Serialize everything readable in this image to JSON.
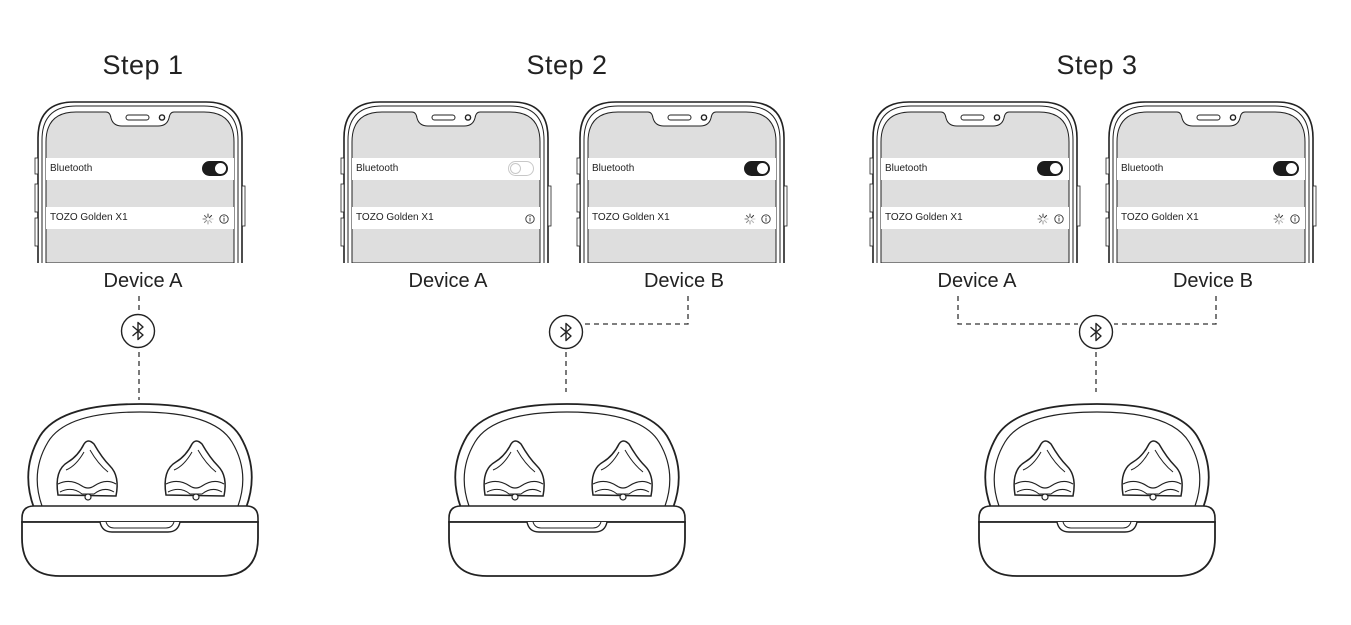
{
  "steps": [
    {
      "title": "Step 1",
      "phones": [
        {
          "label": "Device A",
          "bluetooth_label": "Bluetooth",
          "bluetooth_on": true,
          "device_name": "TOZO Golden X1",
          "connecting": true
        }
      ]
    },
    {
      "title": "Step 2",
      "phones": [
        {
          "label": "Device A",
          "bluetooth_label": "Bluetooth",
          "bluetooth_on": false,
          "device_name": "TOZO Golden X1",
          "connecting": false
        },
        {
          "label": "Device B",
          "bluetooth_label": "Bluetooth",
          "bluetooth_on": true,
          "device_name": "TOZO Golden X1",
          "connecting": true
        }
      ]
    },
    {
      "title": "Step 3",
      "phones": [
        {
          "label": "Device A",
          "bluetooth_label": "Bluetooth",
          "bluetooth_on": true,
          "device_name": "TOZO Golden X1",
          "connecting": true
        },
        {
          "label": "Device B",
          "bluetooth_label": "Bluetooth",
          "bluetooth_on": true,
          "device_name": "TOZO Golden X1",
          "connecting": true
        }
      ]
    }
  ],
  "icons": {
    "bluetooth": "bluetooth-icon",
    "spinner": "loading-spinner-icon",
    "info": "info-icon"
  },
  "colors": {
    "line": "#222222",
    "screen_bg": "#dedede",
    "toggle_on": "#1c1c1c"
  }
}
